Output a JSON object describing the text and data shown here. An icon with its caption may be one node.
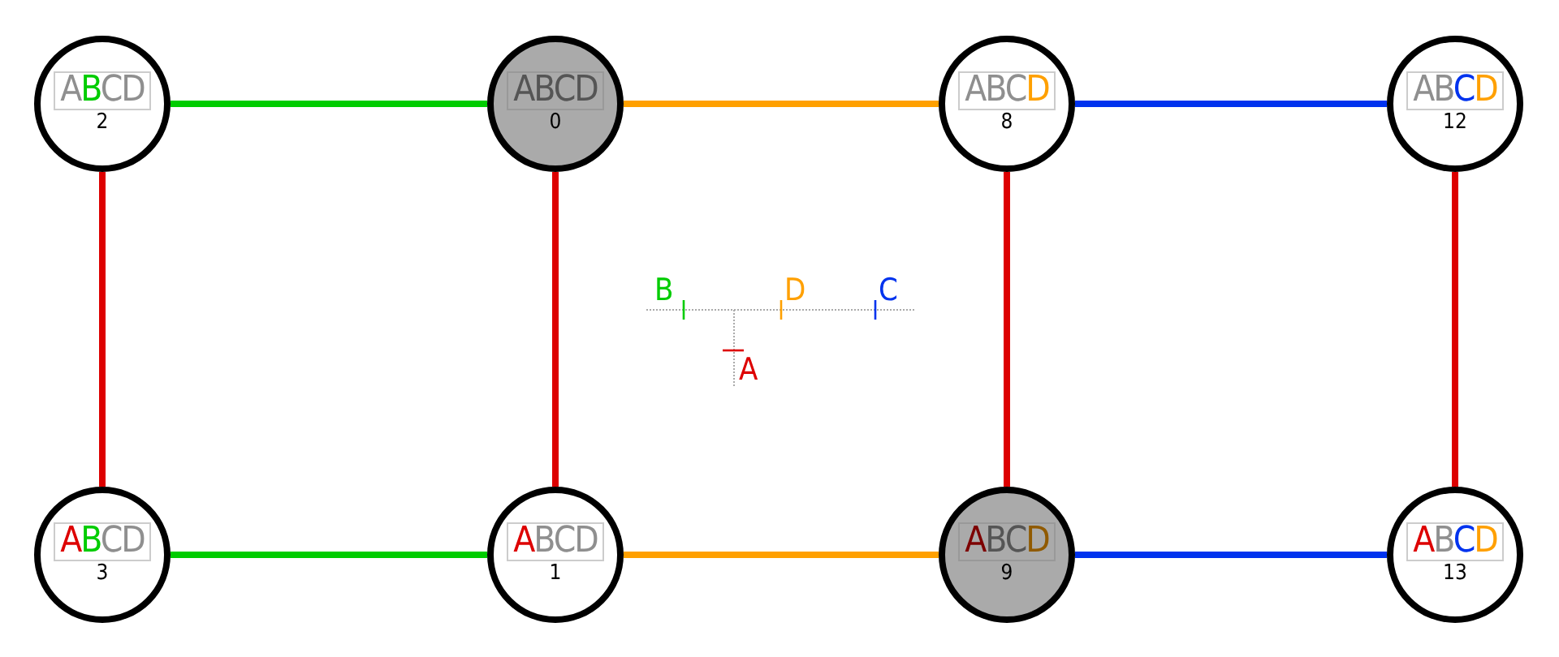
{
  "diagram": {
    "nodes": [
      {
        "text": [
          "A**B**CD",
          "2"
        ]
      },
      {
        "text": [
          "ABCD",
          "0"
        ]
      },
      {
        "text": [
          "ABC**D**",
          "8"
        ]
      },
      {
        "text": [
          "AB**CD**",
          "12"
        ]
      },
      {
        "text": [
          "**AB**CD",
          "3"
        ]
      },
      {
        "text": [
          "**A**BCD",
          "1"
        ]
      },
      {
        "text": [
          "**A**BC**D**",
          "9"
        ]
      },
      {
        "text": [
          "**A**B**CD**",
          "13"
        ]
      }
    ],
    "edges": [
      {
        "from": 0,
        "to": 1,
        "arrow": "none",
        "color": "#00cc00"
      },
      {
        "from": 1,
        "to": 2,
        "arrow": "none",
        "color": "#ffa000"
      },
      {
        "from": 2,
        "to": 3,
        "arrow": "none",
        "color": "#0033ee"
      },
      {
        "from": 4,
        "to": 5,
        "arrow": "none",
        "color": "#00cc00"
      },
      {
        "from": 5,
        "to": 6,
        "arrow": "none",
        "color": "#ffa000"
      },
      {
        "from": 6,
        "to": 7,
        "arrow": "none",
        "color": "#0033ee"
      },
      {
        "from": 0,
        "to": 4,
        "arrow": "none"
      },
      {
        "from": 1,
        "to": 5,
        "arrow": "none"
      },
      {
        "from": 2,
        "to": 6,
        "arrow": "none"
      },
      {
        "from": 3,
        "to": 7,
        "arrow": "none"
      }
    ],
    "labels": [
      "B",
      "D",
      "C",
      "A"
    ]
  }
}
